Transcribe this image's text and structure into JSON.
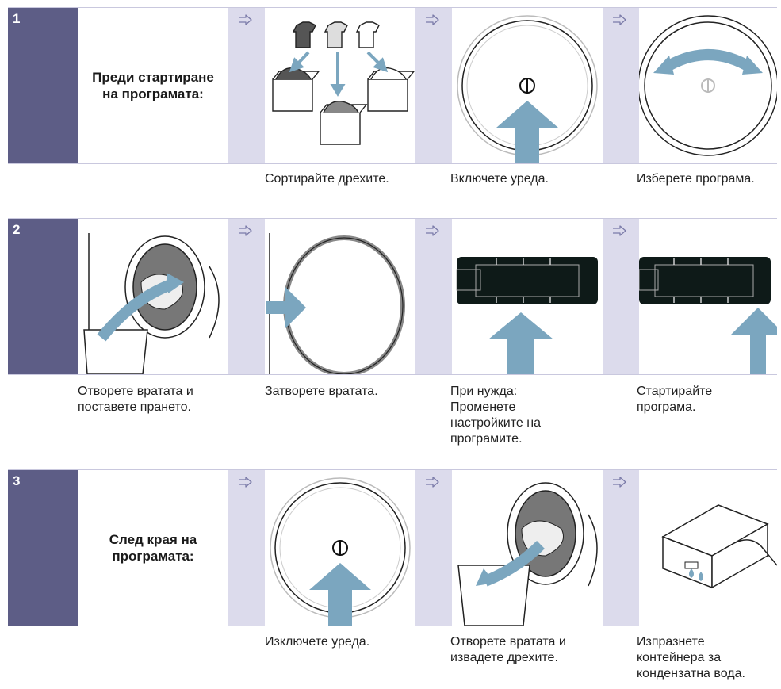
{
  "icons": {
    "step_arrow": "outline-right-arrow-icon",
    "highlight_color": "#7ba6bf",
    "number_column_color": "#5d5d86",
    "arrow_column_color": "#dcdbec"
  },
  "rows": [
    {
      "number": "1",
      "intro": "Преди стартиране на програмата:",
      "captions": [
        "",
        "Сортирайте дрехите.",
        "Включете уреда.",
        "Изберете програма."
      ]
    },
    {
      "number": "2",
      "intro": "",
      "captions": [
        "Отворете вратата и поставете прането.",
        "Затворете вратата.",
        "При нужда: Променете настройките на програмите.",
        "Стартирайте програма."
      ]
    },
    {
      "number": "3",
      "intro": "След края на програмата:",
      "captions": [
        "",
        "Изключете уреда.",
        "Отворете вратата и извадете дрехите.",
        "Изпразнете контейнера за кондензатна вода."
      ]
    }
  ]
}
